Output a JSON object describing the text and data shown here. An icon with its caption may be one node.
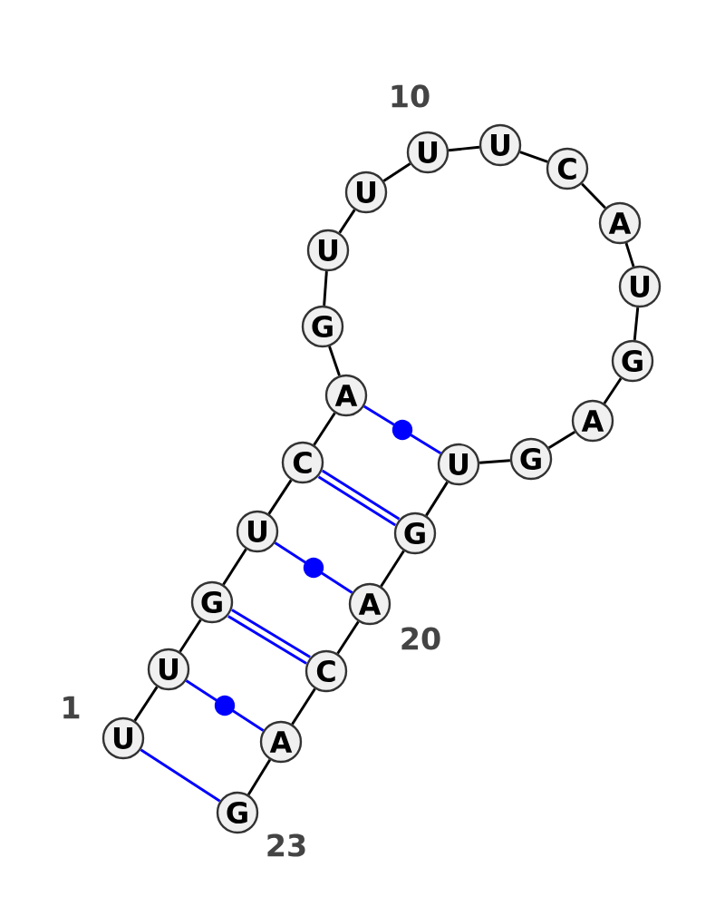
{
  "diagram": {
    "nodes": [
      {
        "text": [
          "U"
        ],
        "beside": [
          "1"
        ]
      },
      {
        "text": [
          "U"
        ]
      },
      {
        "text": [
          "G"
        ]
      },
      {
        "text": [
          "U"
        ]
      },
      {
        "text": [
          "C"
        ]
      },
      {
        "text": [
          "A"
        ]
      },
      {
        "text": [
          "G"
        ]
      },
      {
        "text": [
          "U"
        ]
      },
      {
        "text": [
          "U"
        ]
      },
      {
        "text": [
          "U"
        ],
        "beside": [
          "10"
        ]
      },
      {
        "text": [
          "U"
        ]
      },
      {
        "text": [
          "C"
        ]
      },
      {
        "text": [
          "A"
        ]
      },
      {
        "text": [
          "U"
        ]
      },
      {
        "text": [
          "G"
        ]
      },
      {
        "text": [
          "A"
        ]
      },
      {
        "text": [
          "G"
        ]
      },
      {
        "text": [
          "U"
        ]
      },
      {
        "text": [
          "G"
        ]
      },
      {
        "text": [
          "A"
        ],
        "beside": [
          "20"
        ]
      },
      {
        "text": [
          "C"
        ]
      },
      {
        "text": [
          "A"
        ]
      },
      {
        "text": [
          "G"
        ],
        "beside": [
          "23"
        ]
      }
    ],
    "edges": [
      {
        "from": 0,
        "to": 1,
        "arrow": "none"
      },
      {
        "from": 1,
        "to": 2,
        "arrow": "none"
      },
      {
        "from": 2,
        "to": 3,
        "arrow": "none"
      },
      {
        "from": 3,
        "to": 4,
        "arrow": "none"
      },
      {
        "from": 4,
        "to": 5,
        "arrow": "none"
      },
      {
        "from": 5,
        "to": 6,
        "arrow": "none"
      },
      {
        "from": 6,
        "to": 7,
        "arrow": "none"
      },
      {
        "from": 7,
        "to": 8,
        "arrow": "none"
      },
      {
        "from": 8,
        "to": 9,
        "arrow": "none"
      },
      {
        "from": 9,
        "to": 10,
        "arrow": "none"
      },
      {
        "from": 10,
        "to": 11,
        "arrow": "none"
      },
      {
        "from": 11,
        "to": 12,
        "arrow": "none"
      },
      {
        "from": 12,
        "to": 13,
        "arrow": "none"
      },
      {
        "from": 13,
        "to": 14,
        "arrow": "none"
      },
      {
        "from": 14,
        "to": 15,
        "arrow": "none"
      },
      {
        "from": 15,
        "to": 16,
        "arrow": "none"
      },
      {
        "from": 16,
        "to": 17,
        "arrow": "none"
      },
      {
        "from": 17,
        "to": 18,
        "arrow": "none"
      },
      {
        "from": 18,
        "to": 19,
        "arrow": "none"
      },
      {
        "from": 19,
        "to": 20,
        "arrow": "none"
      },
      {
        "from": 20,
        "to": 21,
        "arrow": "none"
      },
      {
        "from": 21,
        "to": 22,
        "arrow": "none"
      },
      {
        "from": 0,
        "to": 22,
        "arrow": "none",
        "color": "#0000ff"
      },
      {
        "from": 1,
        "to": 21,
        "arrow": "none",
        "color": "#0000ff"
      },
      {
        "from": 2,
        "to": 20,
        "arrow": "none",
        "style": "thick",
        "color": "#0000ff"
      },
      {
        "from": 3,
        "to": 19,
        "arrow": "none",
        "color": "#0000ff"
      },
      {
        "from": 4,
        "to": 18,
        "arrow": "none",
        "style": "thick",
        "color": "#0000ff"
      },
      {
        "from": 5,
        "to": 17,
        "arrow": "none",
        "color": "#0000ff"
      }
    ]
  }
}
